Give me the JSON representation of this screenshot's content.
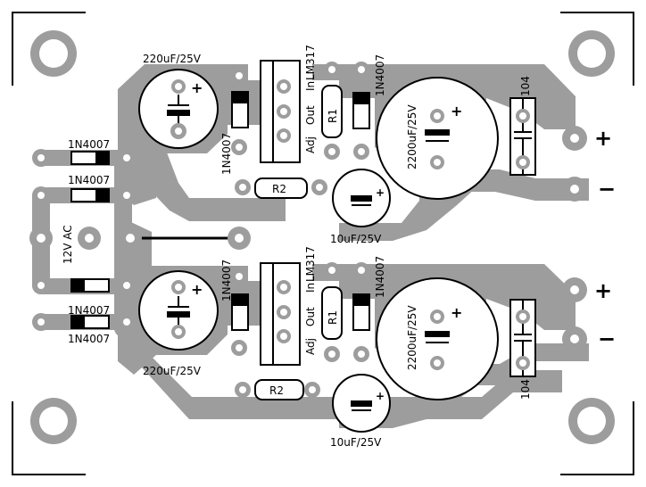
{
  "colors": {
    "copper": "#9d9d9d",
    "silk": "#000000",
    "background": "#ffffff"
  },
  "labels": {
    "regulator_top": "LM317",
    "regulator_bottom": "LM317",
    "cap_in_top": "220uF/25V",
    "cap_in_bottom": "220uF/25V",
    "cap_out_top": "2200uF/25V",
    "cap_out_bottom": "2200uF/25V",
    "cap_small_top": "10uF/25V",
    "cap_small_bottom": "10uF/25V",
    "cap_ceramic_top": "104",
    "cap_ceramic_bottom": "104",
    "resistor_r1_top": "R1",
    "resistor_r1_bottom": "R1",
    "resistor_r2_top": "R2",
    "resistor_r2_bottom": "R2",
    "diode_bridge_1": "1N4007",
    "diode_bridge_2": "1N4007",
    "diode_bridge_3": "1N4007",
    "diode_bridge_4": "1N4007",
    "diode_reg_top": "1N4007",
    "diode_reg_bottom": "1N4007",
    "diode_out_top": "1N4007",
    "diode_out_bottom": "1N4007",
    "pin_in_top": "In",
    "pin_out_top": "Out",
    "pin_adj_top": "Adj",
    "pin_in_bottom": "In",
    "pin_out_bottom": "Out",
    "pin_adj_bottom": "Adj",
    "input_label": "12V AC",
    "out_plus_top": "+",
    "out_minus_top": "−",
    "out_plus_bottom": "+",
    "out_minus_bottom": "−",
    "polarity_plus": "+"
  }
}
